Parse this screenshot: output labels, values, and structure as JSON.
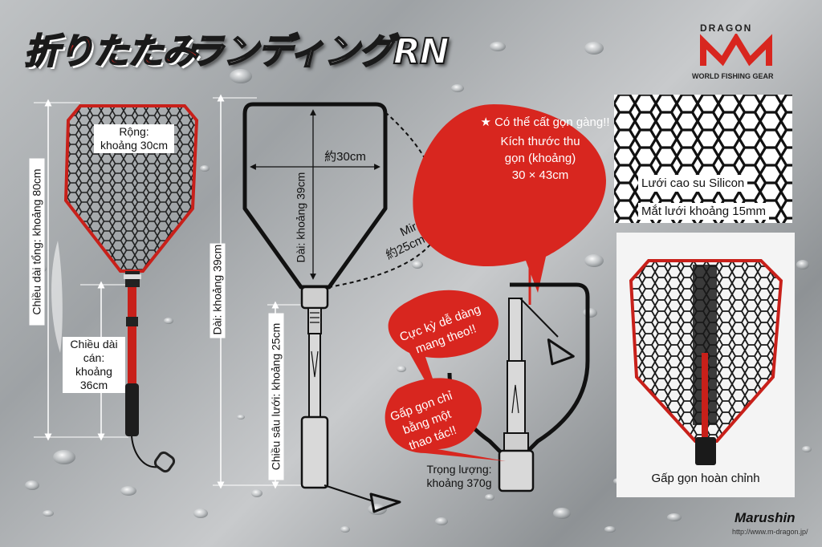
{
  "header": {
    "title_part1": "折りたたみ",
    "title_part2": "ランディングRN"
  },
  "brand": {
    "name": "DRAGON",
    "tagline": "WORLD FISHING GEAR",
    "color": "#d8261f"
  },
  "maker": {
    "name": "Marushin",
    "url": "http://www.m-dragon.jp/"
  },
  "left_diagram": {
    "width_label": "Rộng:\nkhoảng 30cm",
    "total_length_label": "Chiều dài tổng: khoảng 80cm",
    "handle_length_label": "Chiều dài\ncán:\nkhoảng\n36cm"
  },
  "middle_diagram": {
    "frame_width_label": "約30cm",
    "frame_length_label": "Dài: khoảng 39cm",
    "overall_length_label": "Dài: khoảng 39cm",
    "net_depth_label": "Chiều sâu lưới: khoảng 25cm",
    "mirror_label": "Mirrd",
    "mirror_size_label": "約25cm"
  },
  "folded_diagram": {
    "bubble_heading": "Có thể cất gọn gàng!!",
    "bubble_body": "Kích thước thu\ngọn (khoảng)\n30 × 43cm",
    "star_icon": "★",
    "callout_carry": "Cực kỳ dễ dàng\nmang theo!!",
    "callout_fold": "Gấp gọn chỉ\nbằng một\nthao tác!!",
    "weight_label": "Trọng lượng:\nkhoảng 370g"
  },
  "mesh": {
    "material_label": "Lưới cao su Silicon",
    "mesh_size_label": "Mắt lưới khoảng 15mm"
  },
  "photo": {
    "caption": "Gấp gọn hoàn chỉnh"
  },
  "colors": {
    "accent_red": "#d8261f",
    "frame_dark": "#1a1a1a"
  }
}
